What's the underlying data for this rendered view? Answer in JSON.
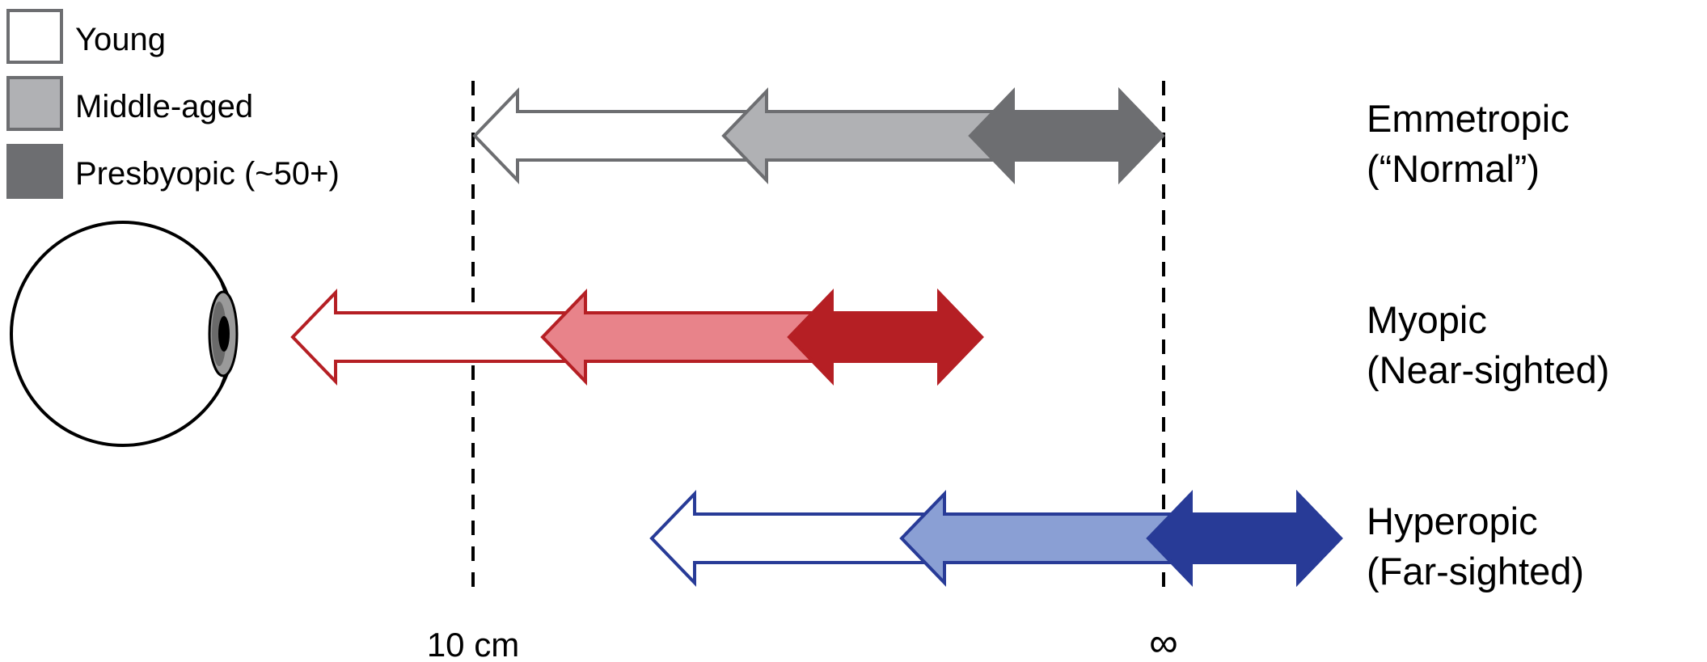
{
  "legend": {
    "items": [
      {
        "label": "Young",
        "fill": "#ffffff",
        "stroke": "#6d6e71"
      },
      {
        "label": "Middle-aged",
        "fill": "#b0b1b4",
        "stroke": "#6d6e71"
      },
      {
        "label": "Presbyopic (~50+)",
        "fill": "#6d6e71",
        "stroke": "#6d6e71"
      }
    ]
  },
  "rows": [
    {
      "key": "emmetropic",
      "line1": "Emmetropic",
      "line2": "(“Normal”)",
      "stroke": "#6d6e71",
      "fills": [
        "#ffffff",
        "#b0b1b4",
        "#6d6e71"
      ]
    },
    {
      "key": "myopic",
      "line1": "Myopic",
      "line2": "(Near-sighted)",
      "stroke": "#b51f24",
      "fills": [
        "#ffffff",
        "#e8838a",
        "#b51f24"
      ]
    },
    {
      "key": "hyperopic",
      "line1": "Hyperopic",
      "line2": "(Far-sighted)",
      "stroke": "#283b97",
      "fills": [
        "#ffffff",
        "#8a9fd4",
        "#283b97"
      ]
    }
  ],
  "axis": {
    "near_label": "10 cm",
    "far_label": "∞"
  },
  "icons": {
    "eye": "eye-icon"
  }
}
